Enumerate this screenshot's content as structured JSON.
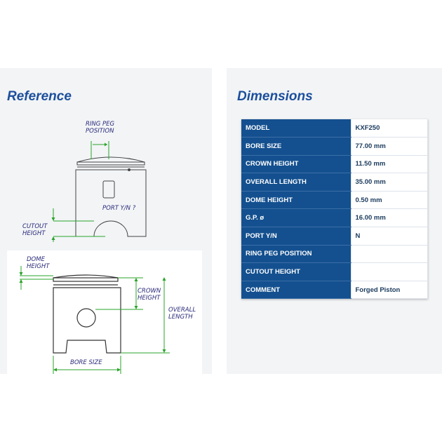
{
  "reference": {
    "title": "Reference",
    "callouts": {
      "ring_peg_1": "RING PEG",
      "ring_peg_2": "POSITION",
      "port": "PORT Y/N ?",
      "cutout_1": "CUTOUT",
      "cutout_2": "HEIGHT",
      "dome_1": "DOME",
      "dome_2": "HEIGHT",
      "crown_1": "CROWN",
      "crown_2": "HEIGHT",
      "overall_1": "OVERALL",
      "overall_2": "LENGTH",
      "bore": "BORE SIZE"
    }
  },
  "dimensions": {
    "title": "Dimensions",
    "rows": [
      {
        "label": "MODEL",
        "value": "KXF250"
      },
      {
        "label": "BORE SIZE",
        "value": "77.00 mm"
      },
      {
        "label": "CROWN HEIGHT",
        "value": "11.50 mm"
      },
      {
        "label": "OVERALL LENGTH",
        "value": "35.00 mm"
      },
      {
        "label": "DOME HEIGHT",
        "value": "0.50 mm"
      },
      {
        "label": "G.P. ø",
        "value": "16.00 mm"
      },
      {
        "label": "PORT Y/N",
        "value": "N"
      },
      {
        "label": "RING PEG POSITION",
        "value": ""
      },
      {
        "label": "CUTOUT HEIGHT",
        "value": ""
      },
      {
        "label": "COMMENT",
        "value": "Forged Piston"
      }
    ]
  },
  "colors": {
    "title_blue": "#1c4f9c",
    "table_label_bg": "#14508f",
    "dimension_green": "#2aa32a",
    "callout_text": "#2a2a7a"
  }
}
